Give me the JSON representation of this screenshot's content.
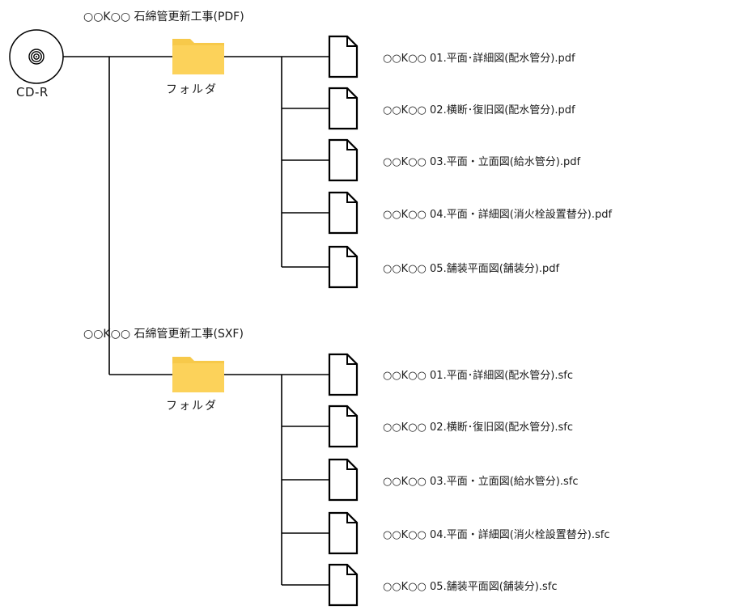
{
  "disc": {
    "icon": "cd-disc-icon",
    "label": "CD-R"
  },
  "folders": [
    {
      "title": "○○K○○ 石綿管更新工事(PDF)",
      "caption": "フォルダ",
      "icon": "folder-icon",
      "files": [
        {
          "name": "○○K○○ 01.平面･詳細図(配水管分).pdf",
          "icon": "document-icon"
        },
        {
          "name": "○○K○○ 02.横断･復旧図(配水管分).pdf",
          "icon": "document-icon"
        },
        {
          "name": "○○K○○ 03.平面・立面図(給水管分).pdf",
          "icon": "document-icon"
        },
        {
          "name": "○○K○○ 04.平面・詳細図(消火栓設置替分).pdf",
          "icon": "document-icon"
        },
        {
          "name": "○○K○○ 05.舗装平面図(舗装分).pdf",
          "icon": "document-icon"
        }
      ]
    },
    {
      "title": "○○K○○ 石綿管更新工事(SXF)",
      "caption": "フォルダ",
      "icon": "folder-icon",
      "files": [
        {
          "name": "○○K○○ 01.平面･詳細図(配水管分).sfc",
          "icon": "document-icon"
        },
        {
          "name": "○○K○○ 02.横断･復旧図(配水管分).sfc",
          "icon": "document-icon"
        },
        {
          "name": "○○K○○ 03.平面・立面図(給水管分).sfc",
          "icon": "document-icon"
        },
        {
          "name": "○○K○○ 04.平面・詳細図(消火栓設置替分).sfc",
          "icon": "document-icon"
        },
        {
          "name": "○○K○○ 05.舗装平面図(舗装分).sfc",
          "icon": "document-icon"
        }
      ]
    }
  ],
  "colors": {
    "folder": "#fcd25a",
    "folder_tab": "#f7c94a",
    "line": "#000000",
    "text": "#1a1a1a"
  }
}
